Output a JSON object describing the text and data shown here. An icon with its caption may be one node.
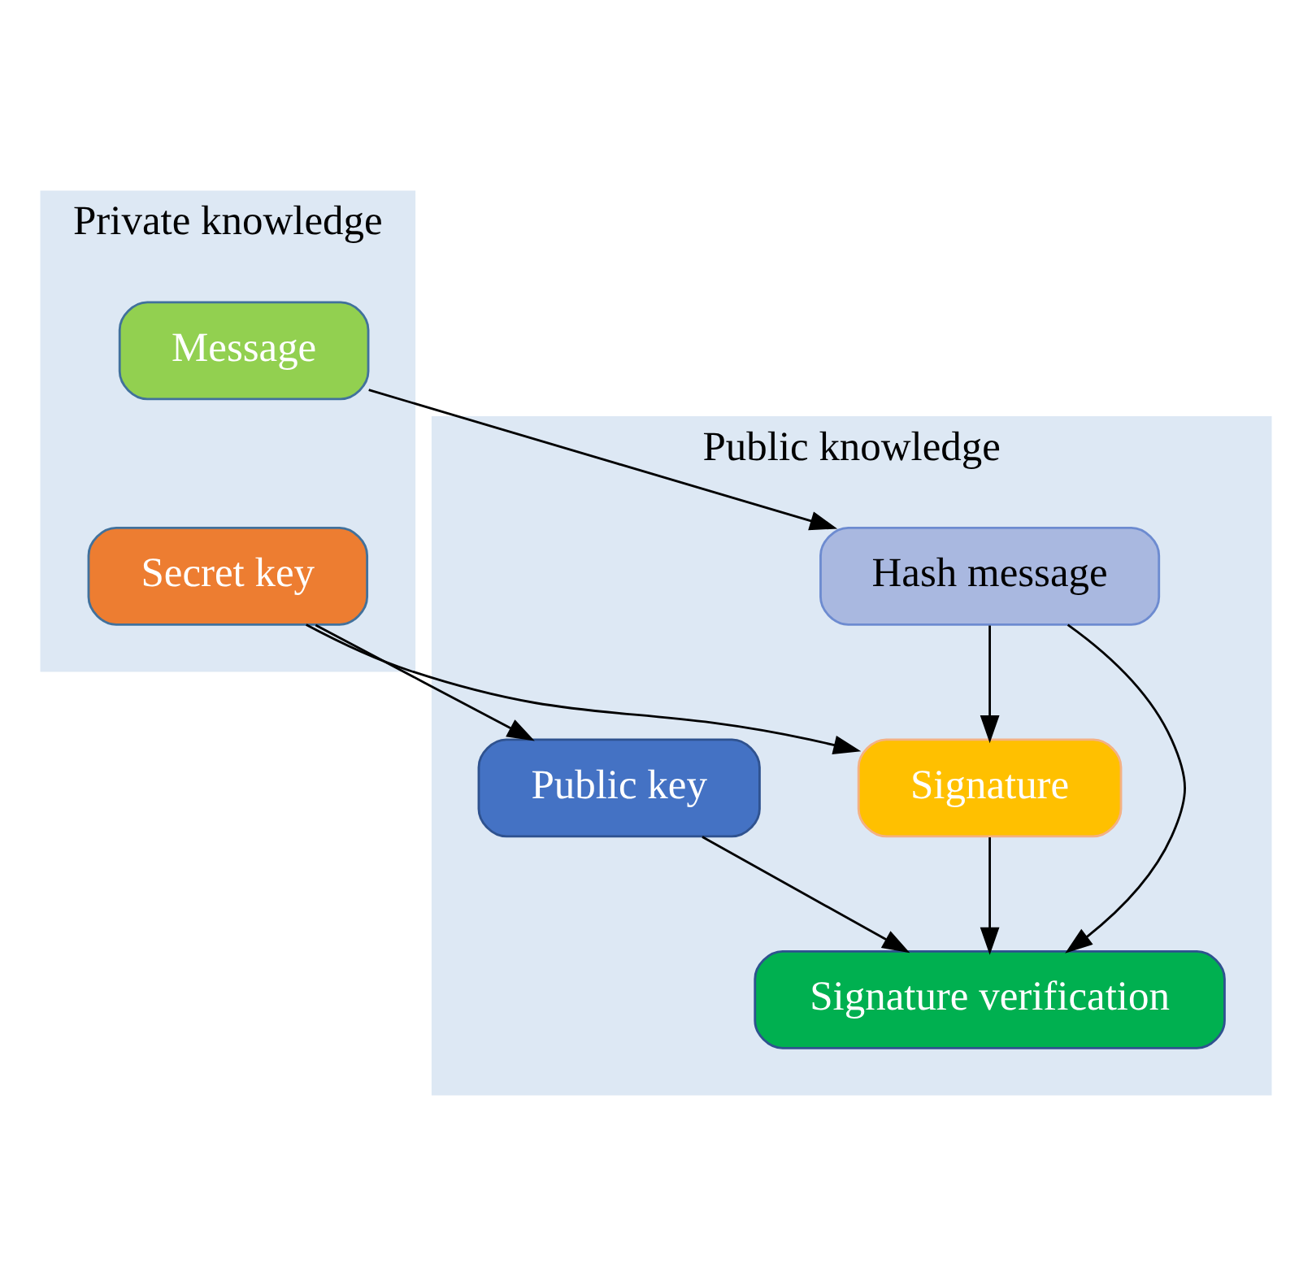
{
  "diagram": {
    "nodes": [
      {
        "text": [
          "Private knowledge"
        ]
      },
      {
        "text": [
          "Secret key"
        ],
        "in": 0
      },
      {
        "text": [
          "Message"
        ],
        "in": 0
      },
      {
        "text": [
          "Public knowledge"
        ]
      },
      {
        "text": [
          "Public key"
        ],
        "in": 3
      },
      {
        "text": [
          "Hash message"
        ],
        "in": 3
      },
      {
        "text": [
          "Signature"
        ],
        "in": 3
      },
      {
        "text": [
          "Signature verification"
        ],
        "in": 3
      }
    ],
    "edges": [
      {
        "from": 1,
        "to": 4,
        "arrow": "to"
      },
      {
        "from": 1,
        "to": 6,
        "arrow": "to"
      },
      {
        "from": 2,
        "to": 5,
        "arrow": "to"
      },
      {
        "from": 5,
        "to": 6,
        "arrow": "to"
      },
      {
        "from": 4,
        "to": 7,
        "arrow": "to"
      },
      {
        "from": 6,
        "to": 7,
        "arrow": "to"
      },
      {
        "from": 5,
        "to": 7,
        "arrow": "to"
      }
    ]
  }
}
